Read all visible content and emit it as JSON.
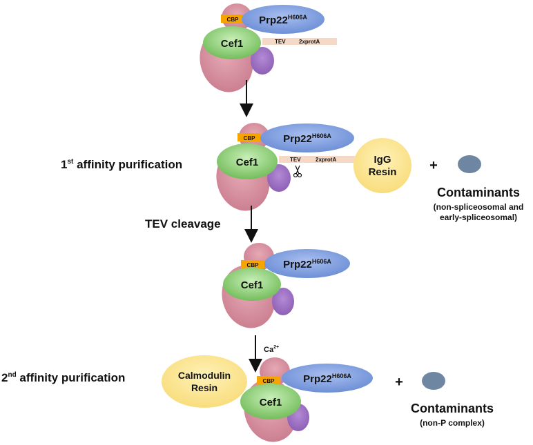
{
  "complex": {
    "cbp": "CBP",
    "prp22": "Prp22",
    "prp22_sup": "H606A",
    "cef1": "Cef1",
    "tev": "TEV",
    "protA": "2xprotA"
  },
  "steps": {
    "step1_label": "1",
    "step1_sup": "st",
    "step1_rest": " affinity purification",
    "tev_cleavage": "TEV cleavage",
    "calcium": "Ca",
    "calcium_sup": "2+",
    "step2_label": "2",
    "step2_sup": "nd",
    "step2_rest": " affinity purification"
  },
  "resins": {
    "igg_line1": "IgG",
    "igg_line2": "Resin",
    "calmodulin_line1": "Calmodulin",
    "calmodulin_line2": "Resin"
  },
  "contaminants": {
    "plus": "+",
    "title": "Contaminants",
    "first_line1": "(non-spliceosomal and",
    "first_line2": "early-spliceosomal)",
    "second_line1": "(non-P complex)"
  },
  "colors": {
    "cef1": "#8fcf7a",
    "prp22": "#7f9ede",
    "pink": "#d68f9e",
    "purple": "#9b6fc0",
    "cbp": "#f5a400",
    "resin": "#fbe38c",
    "tag_bar": "#f6d8c6",
    "contaminant": "#6f86a3"
  }
}
